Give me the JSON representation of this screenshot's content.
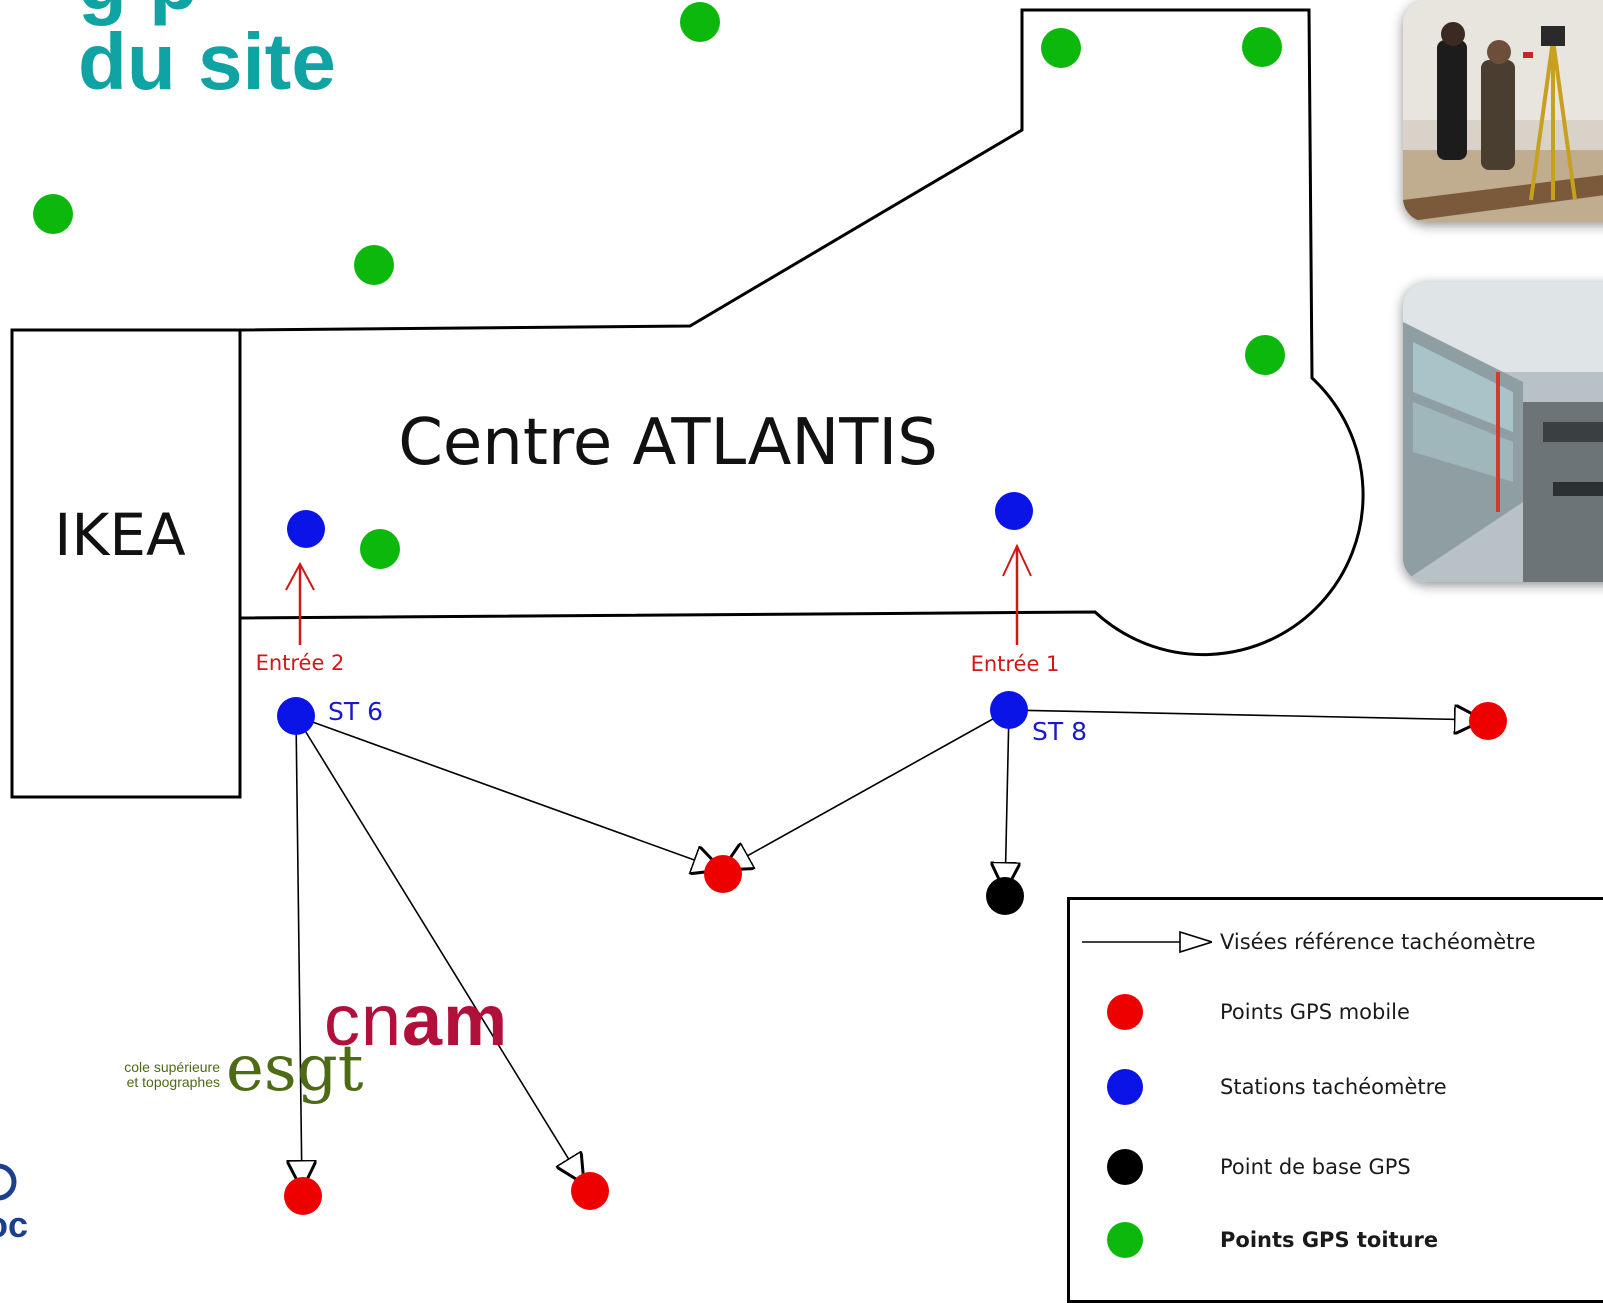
{
  "title": {
    "line1": "g p",
    "line2": "du site"
  },
  "map": {
    "building_label": "Centre ATLANTIS",
    "ikea_label": "IKEA",
    "entrances": [
      {
        "label": "Entrée 2"
      },
      {
        "label": "Entrée 1"
      }
    ],
    "stations": [
      {
        "label": "ST 6"
      },
      {
        "label": "ST 8"
      }
    ]
  },
  "logos": {
    "cnam": {
      "regular": "cn",
      "bold": "am"
    },
    "esgt": {
      "tagline_line1": "cole supérieure",
      "tagline_line2": "et topographes",
      "word": "esgt"
    },
    "partner_fragment": "oc"
  },
  "legend": {
    "items": [
      {
        "symbol": "arrow",
        "label": "Visées référence tachéomètre"
      },
      {
        "symbol": "dot",
        "color": "#ee0000",
        "label": "Points GPS mobile"
      },
      {
        "symbol": "dot",
        "color": "#0a14e6",
        "label": "Stations tachéomètre"
      },
      {
        "symbol": "dot",
        "color": "#000000",
        "label": "Point de base GPS"
      },
      {
        "symbol": "dot",
        "color": "#0db80d",
        "label": "Points GPS toiture"
      }
    ]
  },
  "colors": {
    "title": "#10a3a3",
    "gps_mobile": "#ee0000",
    "station": "#0a14e6",
    "gps_base": "#000000",
    "gps_roof": "#0db80d",
    "entrance_arrow": "#d01818",
    "station_label": "#1a1acc",
    "cnam_logo": "#b0103a",
    "esgt_logo": "#4d6b14"
  }
}
